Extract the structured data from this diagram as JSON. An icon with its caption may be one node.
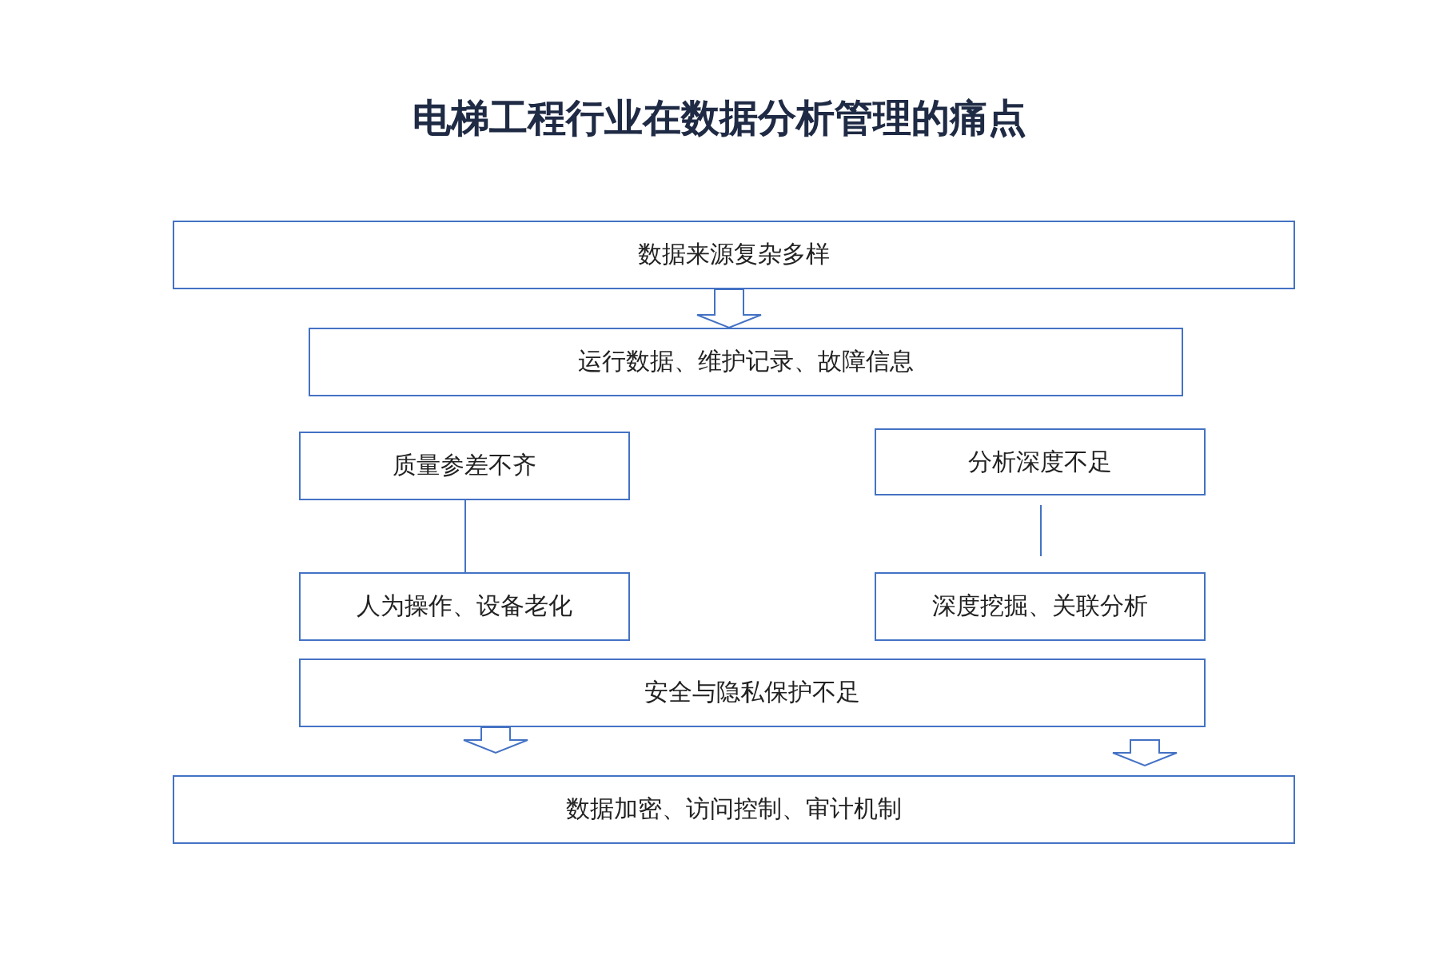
{
  "diagram": {
    "title": "电梯工程行业在数据分析管理的痛点",
    "nodes": [
      {
        "text": [
          "数据来源复杂多样"
        ]
      },
      {
        "text": [
          "运行数据、维护记录、故障信息"
        ]
      },
      {
        "text": [
          "质量参差不齐"
        ]
      },
      {
        "text": [
          "分析深度不足"
        ]
      },
      {
        "text": [
          "人为操作、设备老化"
        ]
      },
      {
        "text": [
          "深度挖掘、关联分析"
        ]
      },
      {
        "text": [
          "安全与隐私保护不足"
        ]
      },
      {
        "text": [
          "数据加密、访问控制、审计机制"
        ]
      }
    ],
    "edges": [
      {
        "from": 0,
        "to": 1,
        "arrow": "to"
      },
      {
        "from": 2,
        "to": 4,
        "arrow": "none"
      },
      {
        "from": 3,
        "to": 5,
        "arrow": "none"
      },
      {
        "from": 6,
        "to": 7,
        "arrow": "to"
      },
      {
        "from": 6,
        "to": 7,
        "arrow": "to"
      }
    ]
  }
}
